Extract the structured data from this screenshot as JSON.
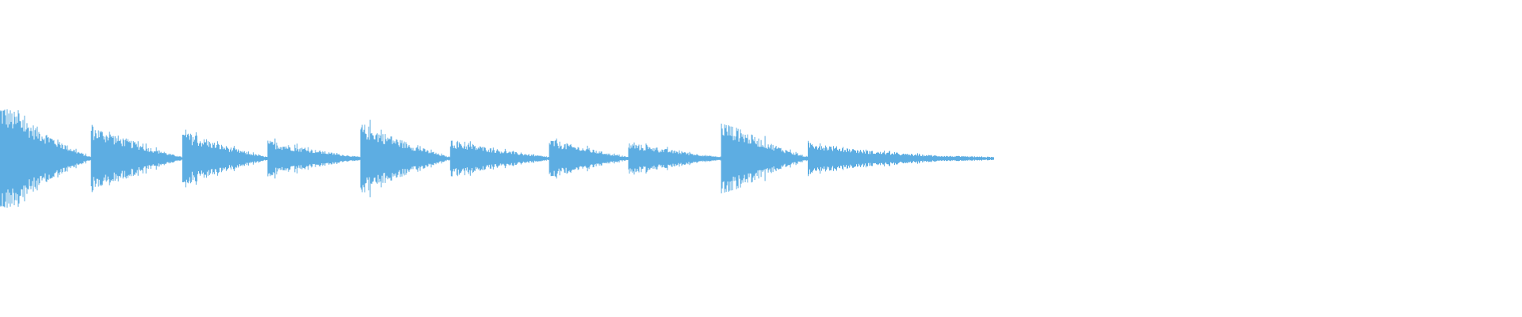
{
  "waveform": {
    "color": "#5dade2",
    "background": "#ffffff",
    "amplitude_scale": 1.0,
    "onsets": [
      {
        "start": 0.0,
        "end": 0.06,
        "peak": 1.0
      },
      {
        "start": 0.06,
        "end": 0.12,
        "peak": 0.58
      },
      {
        "start": 0.12,
        "end": 0.176,
        "peak": 0.46
      },
      {
        "start": 0.176,
        "end": 0.237,
        "peak": 0.3
      },
      {
        "start": 0.237,
        "end": 0.296,
        "peak": 0.62
      },
      {
        "start": 0.296,
        "end": 0.361,
        "peak": 0.3
      },
      {
        "start": 0.361,
        "end": 0.413,
        "peak": 0.33
      },
      {
        "start": 0.413,
        "end": 0.474,
        "peak": 0.26
      },
      {
        "start": 0.474,
        "end": 0.531,
        "peak": 0.66
      },
      {
        "start": 0.531,
        "end": 0.653,
        "peak": 0.28
      }
    ],
    "end_fraction": 0.653
  }
}
